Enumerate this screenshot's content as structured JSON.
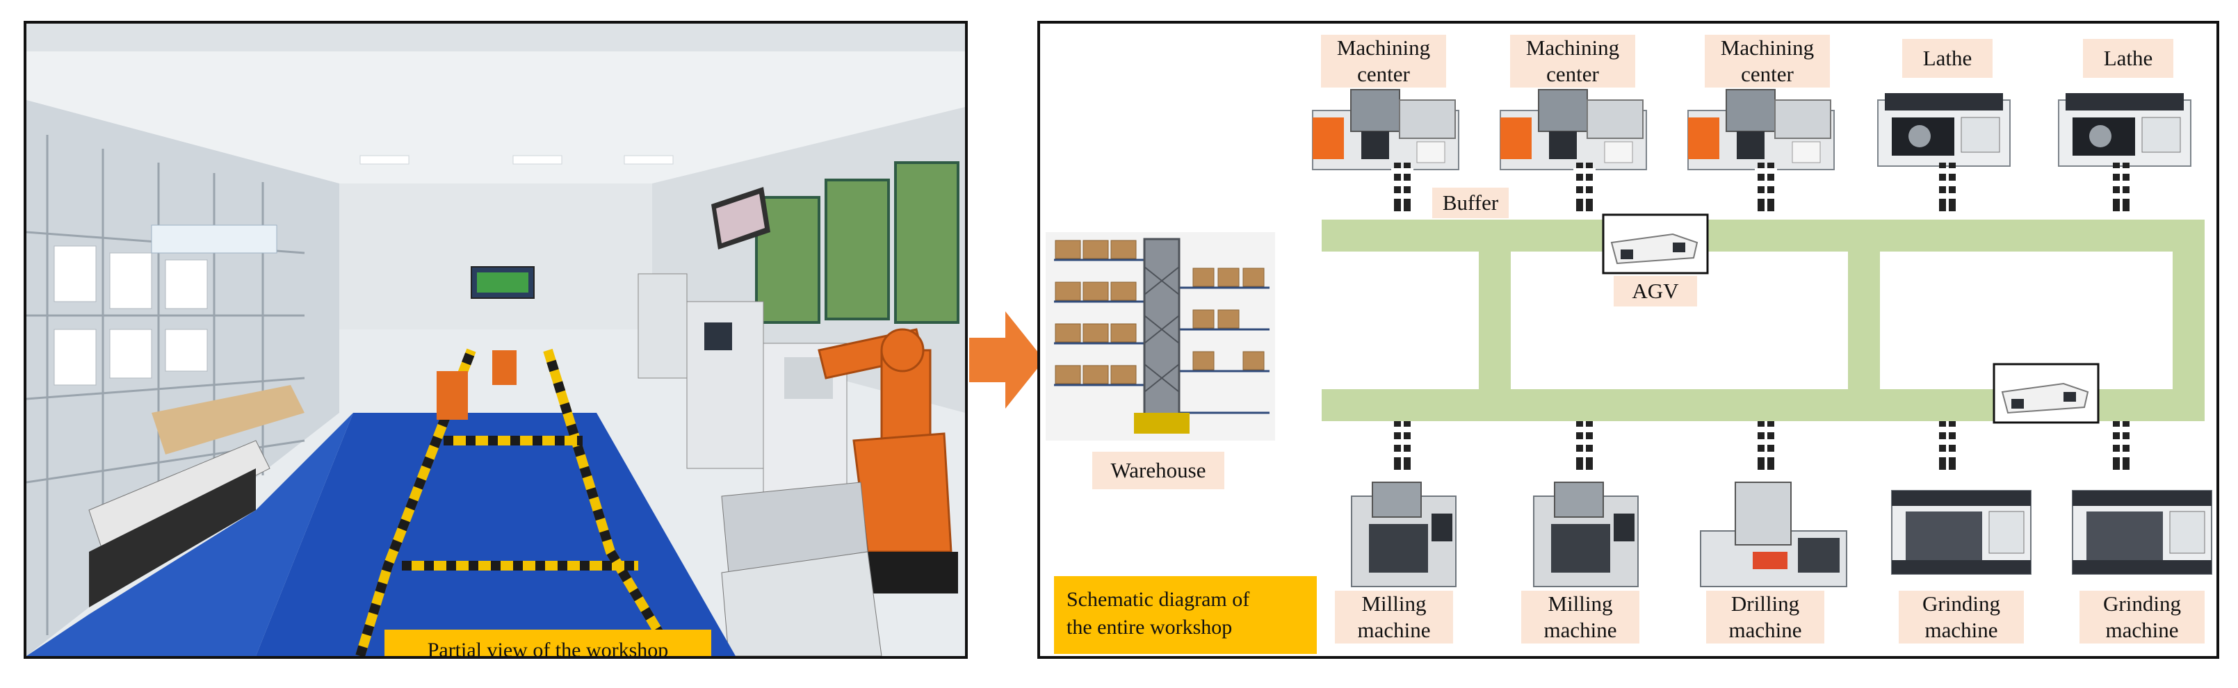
{
  "photo_panel": {
    "caption": "Partial view of the workshop"
  },
  "schematic": {
    "caption_line1": "Schematic diagram of",
    "caption_line2": "the entire workshop",
    "warehouse_label": "Warehouse",
    "buffer_label": "Buffer",
    "agv_label": "AGV",
    "top_machines": [
      {
        "line1": "Machining",
        "line2": "center"
      },
      {
        "line1": "Machining",
        "line2": "center"
      },
      {
        "line1": "Machining",
        "line2": "center"
      },
      {
        "line1": "Lathe",
        "line2": ""
      },
      {
        "line1": "Lathe",
        "line2": ""
      }
    ],
    "bottom_machines": [
      {
        "line1": "Milling",
        "line2": "machine"
      },
      {
        "line1": "Milling",
        "line2": "machine"
      },
      {
        "line1": "Drilling",
        "line2": "machine"
      },
      {
        "line1": "Grinding",
        "line2": "machine"
      },
      {
        "line1": "Grinding",
        "line2": "machine"
      }
    ]
  },
  "colors": {
    "track": "#c5d9a4",
    "label_fill": "#fbe5d6",
    "caption_fill": "#ffc000",
    "arrow": "#ed7d31",
    "floor": "#1f4fb8",
    "robot": "#e46c1f"
  }
}
